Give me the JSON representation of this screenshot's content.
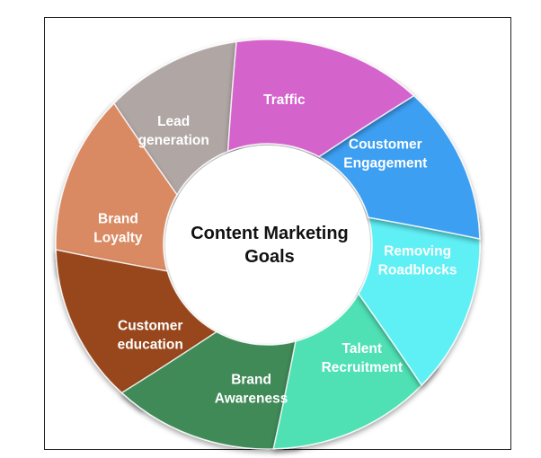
{
  "diagram": {
    "center": {
      "line1": "Content Marketing",
      "line2": "Goals"
    },
    "segments": [
      {
        "id": "traffic",
        "lines": [
          "Traffic"
        ],
        "color": "#d463cc"
      },
      {
        "id": "customer-engagement",
        "lines": [
          "Coustomer",
          "Engagement"
        ],
        "color": "#3d9ff2"
      },
      {
        "id": "removing-roadblocks",
        "lines": [
          "Removing",
          "Roadblocks"
        ],
        "color": "#5ff0f5"
      },
      {
        "id": "talent-recruitment",
        "lines": [
          "Talent",
          "Recruitment"
        ],
        "color": "#4fe0b4"
      },
      {
        "id": "brand-awareness",
        "lines": [
          "Brand",
          "Awareness"
        ],
        "color": "#3f8a58"
      },
      {
        "id": "customer-education",
        "lines": [
          "Customer",
          "education"
        ],
        "color": "#98461c"
      },
      {
        "id": "brand-loyalty",
        "lines": [
          "Brand",
          "Loyalty"
        ],
        "color": "#d98a63"
      },
      {
        "id": "lead-generation",
        "lines": [
          "Lead",
          "generation"
        ],
        "color": "#b0a7a5"
      }
    ]
  }
}
